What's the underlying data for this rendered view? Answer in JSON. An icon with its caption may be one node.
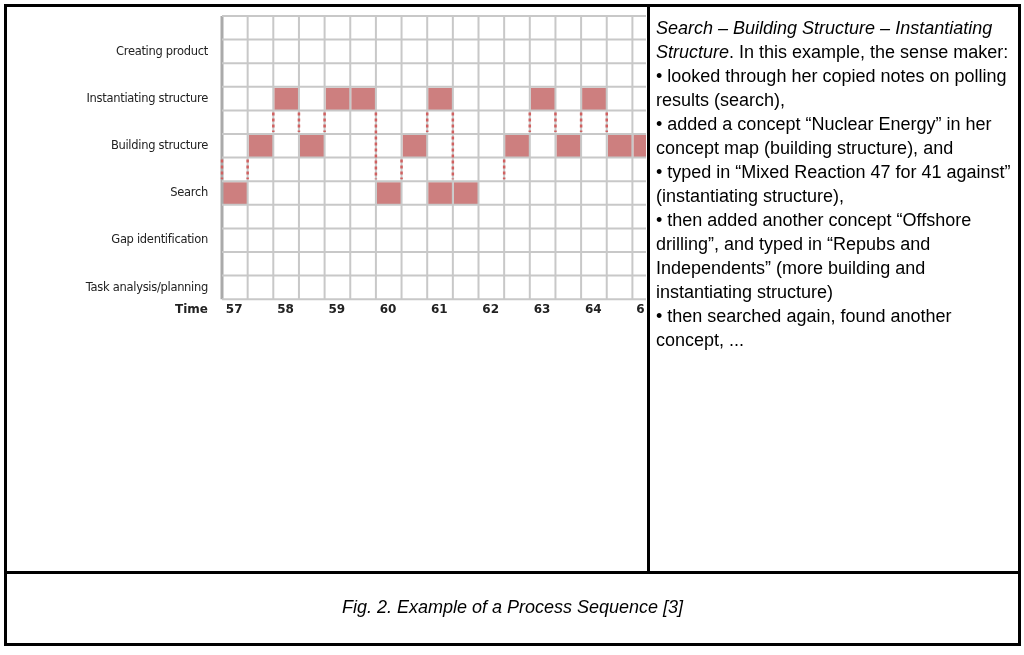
{
  "diagram": {
    "caption": "Fig. 2. Example of a Process Sequence [3]",
    "labels": [
      "Creating product",
      "Instantiating structure",
      "Building structure",
      "Search",
      "Gap identification",
      "Task analysis/planning",
      "Time",
      "57",
      "58",
      "59",
      "60",
      "61",
      "62",
      "63",
      "64",
      "6",
      "*Search – Building Structure – Instantiating Structure*. In this example, the sense maker:",
      "• looked through her copied notes on polling results (search),",
      "• added a concept “Nuclear Energy” in her concept map (building structure), and",
      "• typed in “Mixed Reaction 47 for 41 against” (instantiating structure),",
      "• then added another concept “Offshore drilling”, and typed in “Repubs and Independents” (more building and instantiating structure)",
      "• then searched again, found another concept, ..."
    ]
  }
}
